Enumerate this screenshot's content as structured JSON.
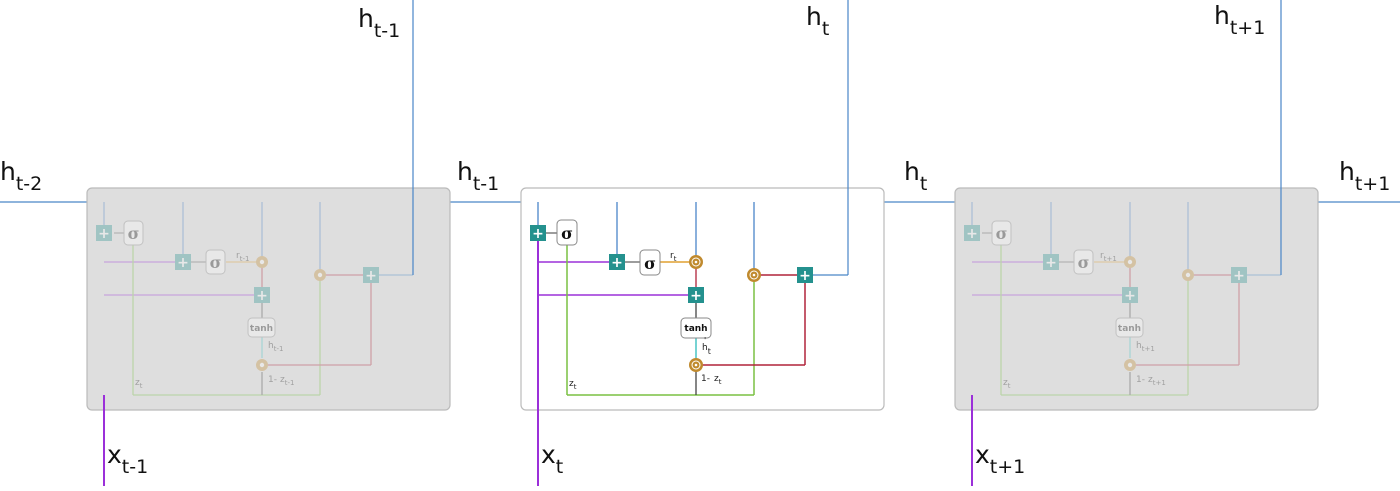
{
  "cells": [
    {
      "h_top": {
        "base": "h",
        "sub": "t-1"
      },
      "h_left": {
        "base": "h",
        "sub": "t-2"
      },
      "x_in": {
        "base": "x",
        "sub": "t-1"
      },
      "gate_r": {
        "base": "r",
        "sub": "t-1"
      },
      "gate_z": {
        "base": "z",
        "sub": "t"
      },
      "one_minus_z": {
        "prefix": "1-",
        "base": "z",
        "sub": "t-1"
      },
      "cand": {
        "base": "h",
        "sub": "t-1"
      },
      "sigma": "σ",
      "tanh": "tanh",
      "active": false
    },
    {
      "h_top": {
        "base": "h",
        "sub": "t"
      },
      "h_left": {
        "base": "h",
        "sub": "t-1"
      },
      "x_in": {
        "base": "x",
        "sub": "t"
      },
      "gate_r": {
        "base": "r",
        "sub": "t"
      },
      "gate_z": {
        "base": "z",
        "sub": "t"
      },
      "one_minus_z": {
        "prefix": "1-",
        "base": "z",
        "sub": "t"
      },
      "cand": {
        "base": "h",
        "sub": "t"
      },
      "sigma": "σ",
      "tanh": "tanh",
      "active": true
    },
    {
      "h_top": {
        "base": "h",
        "sub": "t+1"
      },
      "h_left": {
        "base": "h",
        "sub": "t"
      },
      "x_in": {
        "base": "x",
        "sub": "t+1"
      },
      "gate_r": {
        "base": "r",
        "sub": "t+1"
      },
      "gate_z": {
        "base": "z",
        "sub": "t"
      },
      "one_minus_z": {
        "prefix": "1-",
        "base": "z",
        "sub": "t+1"
      },
      "cand": {
        "base": "h",
        "sub": "t+1"
      },
      "sigma": "σ",
      "tanh": "tanh",
      "active": false
    }
  ],
  "h_right": {
    "base": "h",
    "sub": "t+1"
  },
  "colors": {
    "hidden": "#4a86c8",
    "input": "#9b30d9",
    "reset": "#e0a030",
    "update": "#7ac142",
    "mix": "#b0243a",
    "cand": "#3cc0c0",
    "op_fill": "#24918e",
    "mult_fill": "#c08a2e",
    "cell_bg": "#dedede"
  },
  "icons": {
    "add": "plus-icon",
    "mult": "circle-dot-icon"
  }
}
